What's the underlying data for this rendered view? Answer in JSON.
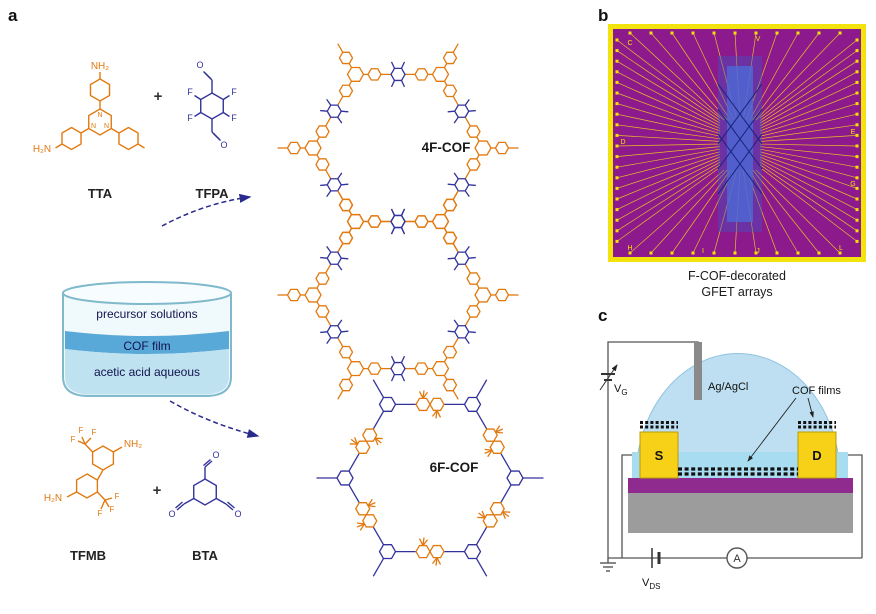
{
  "panels": {
    "a_label": "a",
    "b_label": "b",
    "c_label": "c"
  },
  "monomers": {
    "tta": "TTA",
    "tfpa": "TFPA",
    "tfmb": "TFMB",
    "bta": "BTA",
    "plus": "+"
  },
  "cofs": {
    "cof4": "4F-COF",
    "cof6": "6F-COF"
  },
  "atoms": {
    "N": "N",
    "O": "O",
    "F": "F",
    "NH2": "NH₂",
    "H2N": "H₂N"
  },
  "beaker": {
    "layer1": "precursor solutions",
    "layer2": "COF film",
    "layer3": "acetic acid aqueous"
  },
  "gfet": {
    "caption_line1": "F-COF-decorated",
    "caption_line2": "GFET arrays",
    "pad_labels": [
      "C",
      "V",
      "D",
      "E",
      "G",
      "H",
      "I",
      "J",
      "L"
    ]
  },
  "device": {
    "gate_v": "V",
    "gate_sub": "G",
    "vds_v": "V",
    "vds_sub": "DS",
    "ammeter": "A",
    "source": "S",
    "drain": "D",
    "electrode_label": "Ag/AgCl",
    "cof_label": "COF films"
  },
  "colors": {
    "orange": "#e2790f",
    "blue": "#32329b",
    "arrow_navy": "#2a2a8c",
    "chip_magenta": "#8c1a8c",
    "pad_yellow": "#f2e30c",
    "droplet_blue": "#bedff1",
    "device_purple": "#8f2a8f",
    "substrate_gray": "#9c9c9c",
    "electrode_yellow": "#f7d117"
  }
}
